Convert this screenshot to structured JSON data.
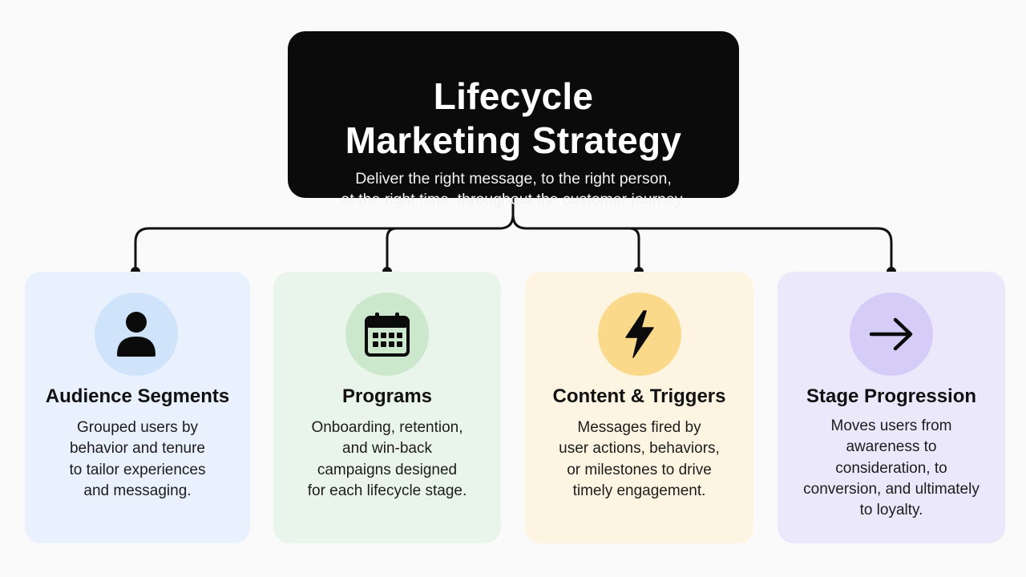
{
  "root": {
    "title_lines": [
      "Lifecycle",
      "Marketing Strategy"
    ],
    "subtitle_lines": [
      "Deliver the right message, to the right person,",
      "at the right time, throughout the customer journey."
    ]
  },
  "cards": [
    {
      "title": "Audience Segments",
      "icon": "person-icon",
      "icon_bg": "#cfe3fb",
      "bg": "#e8f1fd",
      "description_lines": [
        "Grouped users by",
        "behavior and tenure",
        "to tailor experiences",
        "and messaging."
      ]
    },
    {
      "title": "Programs",
      "icon": "calendar-icon",
      "icon_bg": "#cbe8cd",
      "bg": "#e9f5ea",
      "description_lines": [
        "Onboarding, retention,",
        "and win-back",
        "campaigns designed",
        "for each lifecycle stage."
      ]
    },
    {
      "title": "Content & Triggers",
      "icon": "lightning-bolt-icon",
      "icon_bg": "#fbd98a",
      "bg": "#fdf5e1",
      "description_lines": [
        "Messages fired by",
        "user actions, behaviors,",
        "or milestones to drive",
        "timely engagement."
      ]
    },
    {
      "title": "Stage Progression",
      "icon": "arrow-right-icon",
      "icon_bg": "#d5cdf7",
      "bg": "#ece8fb",
      "description_lines": [
        "Moves users from",
        "awareness to",
        "consideration, to",
        "conversion, and ultimately",
        "to loyalty."
      ]
    }
  ]
}
